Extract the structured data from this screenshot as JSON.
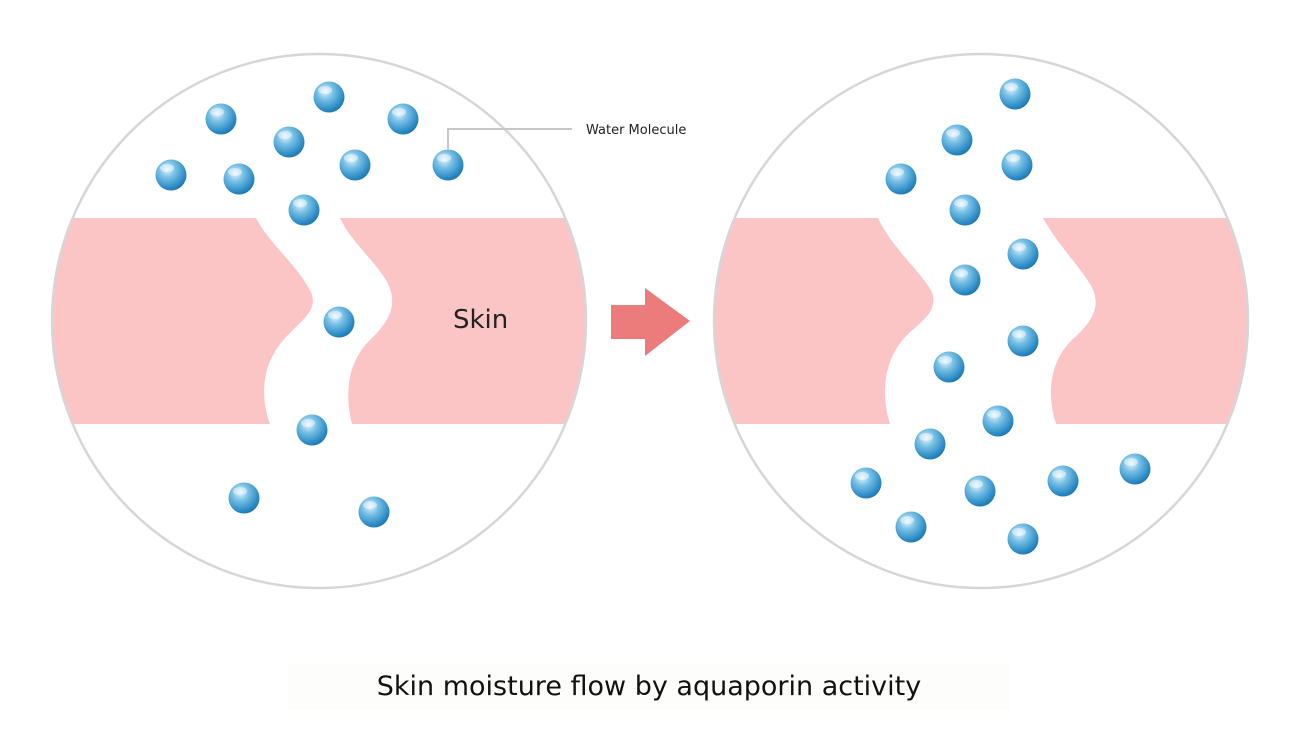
{
  "labels": {
    "skin": "Skin",
    "water_molecule": "Water Molecule",
    "caption": "Skin moisture flow by aquaporin activity"
  },
  "colors": {
    "skin": "#fcc5c5",
    "circle_border": "#d6d6d6",
    "arrow": "#ec7b7b",
    "molecule_highlight": "#dff1fb",
    "molecule_mid": "#5fb2dc",
    "molecule_dark": "#1b78b3",
    "connector": "#c8c8c8"
  },
  "icons": {
    "molecule": "water-molecule-icon",
    "arrow": "right-arrow-icon"
  }
}
